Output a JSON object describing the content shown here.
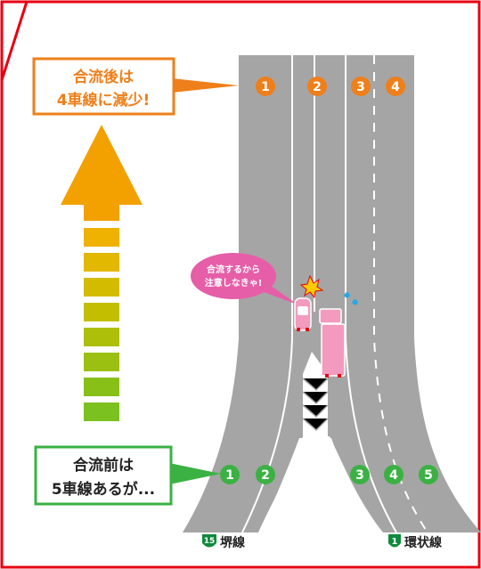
{
  "top_callout": {
    "line1": "合流後は",
    "line2": "4車線に減少!"
  },
  "bottom_callout": {
    "line1": "合流前は",
    "line2": "5車線あるが..."
  },
  "speech_bubble": {
    "line1": "合流するから",
    "line2": "注意しなきゃ!"
  },
  "lanes_after": [
    "1",
    "2",
    "3",
    "4"
  ],
  "lanes_before": [
    "1",
    "2",
    "3",
    "4",
    "5"
  ],
  "route_left": {
    "number": "15",
    "name": "堺線"
  },
  "route_right": {
    "number": "1",
    "name": "環状線"
  },
  "colors": {
    "frame": "#e60012",
    "road": "#a5a5a5",
    "orange": "#ee7f1a",
    "green": "#3bb143",
    "car_pink": "#f29bbf",
    "bubble": "#e65ea8",
    "route_sign": "#0f8a3c"
  }
}
